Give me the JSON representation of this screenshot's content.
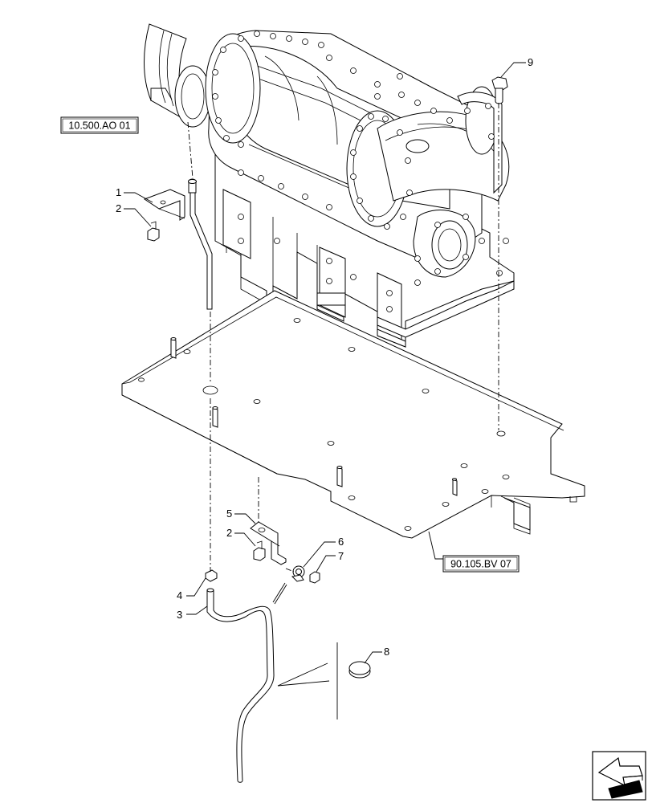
{
  "callouts": {
    "c1": "1",
    "c2a": "2",
    "c2b": "2",
    "c3": "3",
    "c4": "4",
    "c5": "5",
    "c6": "6",
    "c7": "7",
    "c8": "8",
    "c9": "9"
  },
  "references": {
    "exhaust": "10.500.AO 01",
    "plate": "90.105.BV 07"
  },
  "nav": {
    "icon": "previous-page-arrow-icon"
  }
}
